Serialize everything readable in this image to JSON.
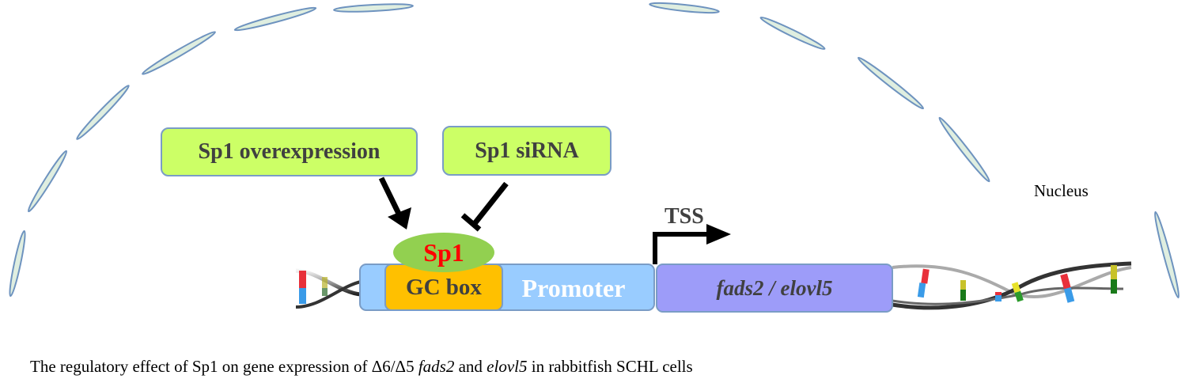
{
  "figure": {
    "labels": {
      "sp1_overexpression": "Sp1 overexpression",
      "sp1_sirna": "Sp1 siRNA",
      "sp1_protein": "Sp1",
      "gc_box": "GC box",
      "promoter": "Promoter",
      "gene": "fads2 / elovl5",
      "tss": "TSS",
      "nucleus": "Nucleus"
    },
    "relations": [
      {
        "from": "Sp1 overexpression",
        "to": "Sp1",
        "type": "activation"
      },
      {
        "from": "Sp1 siRNA",
        "to": "Sp1",
        "type": "inhibition"
      },
      {
        "from": "Sp1",
        "to": "GC box",
        "type": "binding"
      },
      {
        "from": "TSS",
        "to": "fads2 / elovl5",
        "type": "transcription-start"
      }
    ],
    "colors": {
      "treatment_box": "#ccff66",
      "box_border": "#7a9cc6",
      "sp1_fill": "#92d050",
      "sp1_text": "#ff0000",
      "gc_box": "#ffc000",
      "promoter": "#99ccff",
      "gene": "#9d9cf9",
      "membrane_fill": "#dfeee0",
      "membrane_stroke": "#6e93bf",
      "dna_red": "#e8303a",
      "dna_blue": "#3a9be8",
      "dna_yellow": "#d8d22a",
      "dna_green": "#2a8a2a"
    }
  },
  "caption": {
    "part1": "The regulatory effect of Sp1 on gene expression of Δ6/Δ5 ",
    "italic1": "fads2",
    "part2": " and ",
    "italic2": "elovl5",
    "part3": " in rabbitfish SCHL cells"
  }
}
